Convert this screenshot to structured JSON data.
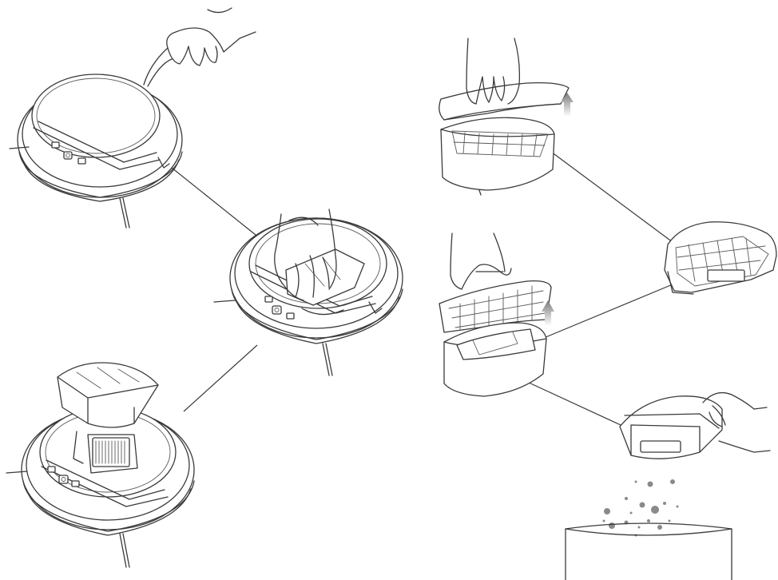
{
  "diagram": {
    "steps": [
      {
        "id": "lift-lid",
        "icon": "robot-vacuum-lid-open-icon"
      },
      {
        "id": "remove-dustbin",
        "icon": "robot-vacuum-dustbin-lift-icon"
      },
      {
        "id": "dustbin-removed",
        "icon": "robot-vacuum-dustbin-out-icon"
      },
      {
        "id": "open-bin-cover",
        "icon": "dustbin-cover-lift-icon"
      },
      {
        "id": "remove-filter",
        "icon": "dustbin-filter-lift-icon"
      },
      {
        "id": "filter-cleaned",
        "icon": "filter-part-icon"
      },
      {
        "id": "empty-into-trash",
        "icon": "dustbin-empty-icon"
      }
    ],
    "arrow_color": "#999999",
    "line_color": "#3a3a3a",
    "dust_color": "#8a8a8a"
  }
}
